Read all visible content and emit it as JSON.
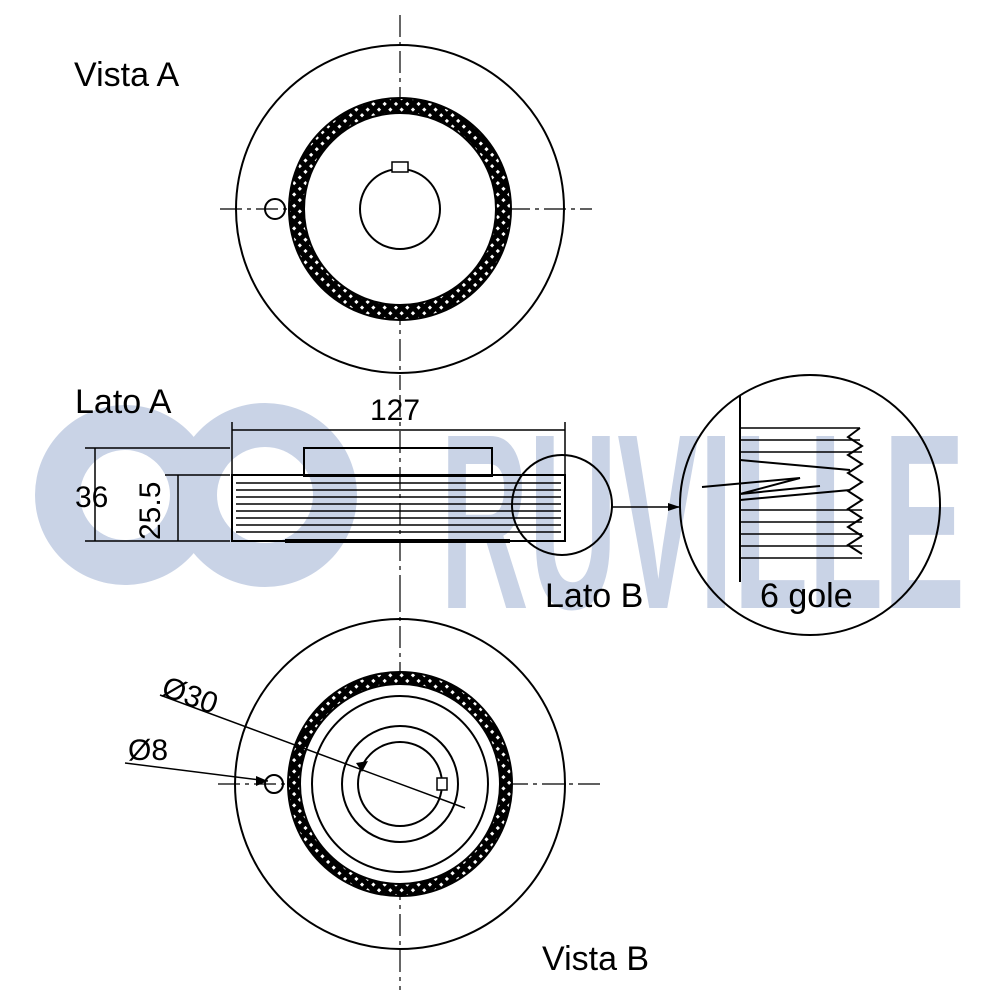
{
  "brand": {
    "watermark": "RUVILLE",
    "watermark_color": "#c9d3e6"
  },
  "labels": {
    "view_a": "Vista A",
    "view_b": "Vista B",
    "side_a": "Lato A",
    "side_b": "Lato B",
    "grooves": "6 gole"
  },
  "dimensions": {
    "width": "127",
    "overall_height": "36",
    "belt_height": "25.5",
    "bore": "Ø30",
    "hole": "Ø8"
  },
  "colors": {
    "line": "#000000",
    "background": "#ffffff"
  }
}
